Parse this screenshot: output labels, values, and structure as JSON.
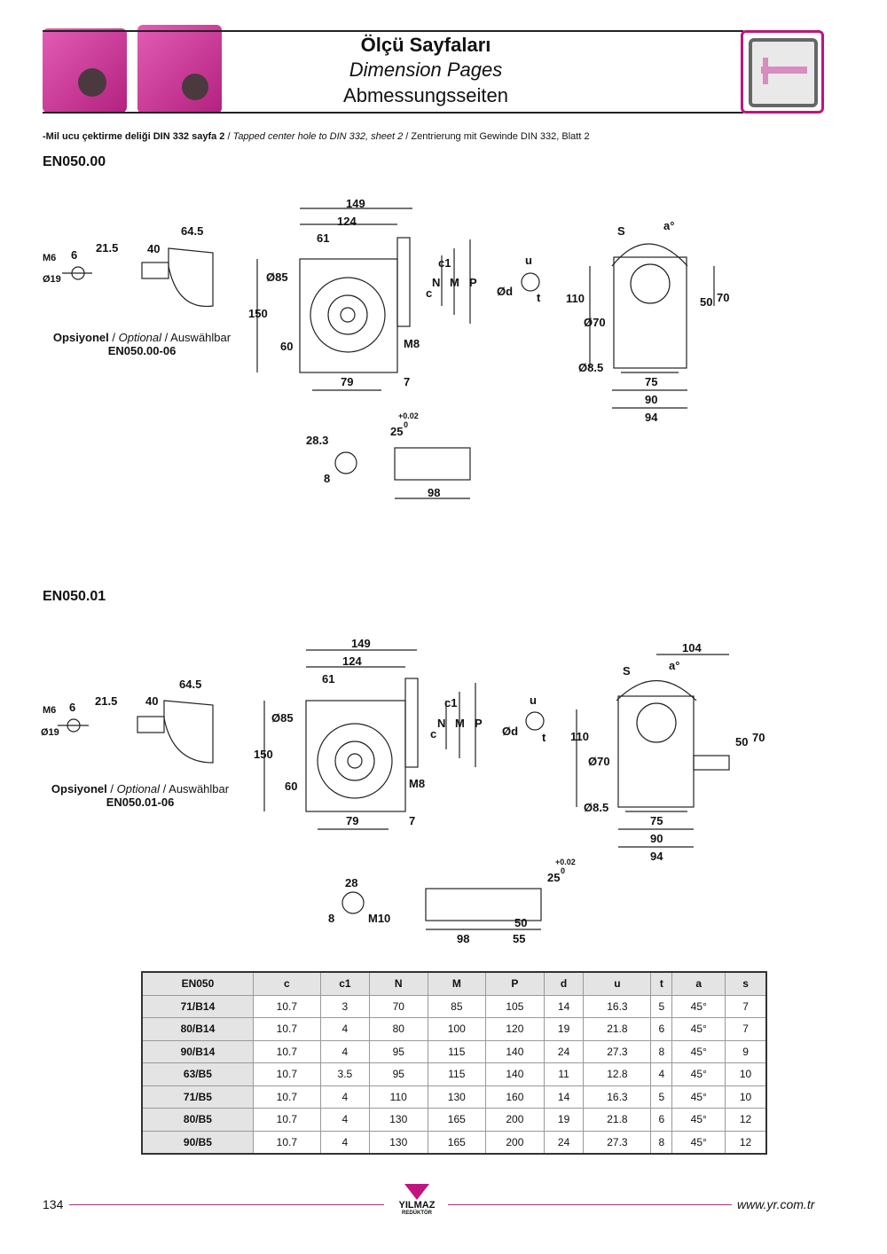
{
  "header": {
    "title_tr": "Ölçü Sayfaları",
    "title_en": "Dimension Pages",
    "title_de": "Abmessungsseiten",
    "brand_color": "#c0147e"
  },
  "note": {
    "tr": "-Mil ucu çektirme deliği DIN 332 sayfa 2",
    "sep": "/",
    "en": "Tapped center hole to DIN 332, sheet 2",
    "de": "Zentrierung mit Gewinde DIN 332, Blatt 2"
  },
  "section1": {
    "code": "EN050.00",
    "opt_tr": "Opsiyonel",
    "opt_en": "Optional",
    "opt_de": "Auswählbar",
    "opt_code": "EN050.00-06",
    "labels": [
      "M6",
      "6",
      "21.5",
      "Ø19",
      "40",
      "64.5",
      "149",
      "124",
      "61",
      "Ø85",
      "150",
      "60",
      "79",
      "7",
      "M8",
      "c1",
      "N",
      "M",
      "P",
      "c",
      "u",
      "Ød",
      "t",
      "S",
      "a°",
      "110",
      "Ø70",
      "50",
      "70",
      "Ø8.5",
      "75",
      "90",
      "94",
      "28.3",
      "8",
      "+0.02",
      "0",
      "25",
      "98"
    ]
  },
  "section2": {
    "code": "EN050.01",
    "opt_tr": "Opsiyonel",
    "opt_en": "Optional",
    "opt_de": "Auswählbar",
    "opt_code": "EN050.01-06",
    "labels": [
      "M6",
      "6",
      "21.5",
      "Ø19",
      "40",
      "64.5",
      "149",
      "124",
      "61",
      "Ø85",
      "150",
      "60",
      "79",
      "7",
      "M8",
      "c1",
      "N",
      "M",
      "P",
      "c",
      "u",
      "Ød",
      "t",
      "104",
      "S",
      "a°",
      "110",
      "Ø70",
      "50",
      "70",
      "Ø8.5",
      "75",
      "90",
      "94",
      "28",
      "8",
      "M10",
      "+0.02",
      "0",
      "25",
      "98",
      "50",
      "55"
    ]
  },
  "table": {
    "headers": [
      "EN050",
      "c",
      "c1",
      "N",
      "M",
      "P",
      "d",
      "u",
      "t",
      "a",
      "s"
    ],
    "rows": [
      [
        "71/B14",
        "10.7",
        "3",
        "70",
        "85",
        "105",
        "14",
        "16.3",
        "5",
        "45°",
        "7"
      ],
      [
        "80/B14",
        "10.7",
        "4",
        "80",
        "100",
        "120",
        "19",
        "21.8",
        "6",
        "45°",
        "7"
      ],
      [
        "90/B14",
        "10.7",
        "4",
        "95",
        "115",
        "140",
        "24",
        "27.3",
        "8",
        "45°",
        "9"
      ],
      [
        "63/B5",
        "10.7",
        "3.5",
        "95",
        "115",
        "140",
        "11",
        "12.8",
        "4",
        "45°",
        "10"
      ],
      [
        "71/B5",
        "10.7",
        "4",
        "110",
        "130",
        "160",
        "14",
        "16.3",
        "5",
        "45°",
        "10"
      ],
      [
        "80/B5",
        "10.7",
        "4",
        "130",
        "165",
        "200",
        "19",
        "21.8",
        "6",
        "45°",
        "12"
      ],
      [
        "90/B5",
        "10.7",
        "4",
        "130",
        "165",
        "200",
        "24",
        "27.3",
        "8",
        "45°",
        "12"
      ]
    ]
  },
  "footer": {
    "page": "134",
    "logo_name": "YILMAZ",
    "logo_sub": "REDÜKTÖR",
    "url": "www.yr.com.tr"
  }
}
